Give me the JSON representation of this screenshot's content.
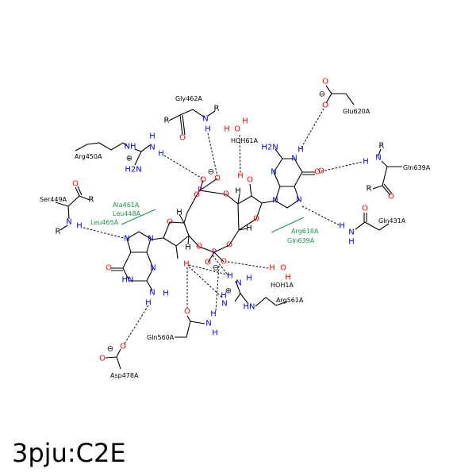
{
  "title": "3pju:C2E",
  "residues": {
    "gly462": "Gly462A",
    "hoh61": "HOH61A",
    "arg450": "Arg450A",
    "ser449": "Ser449A",
    "glu620": "Glu620A",
    "gln639": "Gln639A",
    "gln431": "Gln431A",
    "hoh1": "HOH1A",
    "arg561": "Arg561A",
    "gln560": "Gln560A",
    "asp478": "Asp478A"
  },
  "hydrophobic": {
    "left": [
      "Ala461A",
      "Leu448A",
      "Leu465A"
    ],
    "right": [
      "Arg618A",
      "Gln639A"
    ]
  },
  "atoms": [
    "P",
    "O",
    "O",
    "O",
    "O",
    "P",
    "O",
    "O",
    "O",
    "O",
    "O",
    "H",
    "O",
    "H",
    "O",
    "H",
    "H",
    "H",
    "H",
    "N",
    "N",
    "N",
    "N",
    "H",
    "O",
    "H2N",
    "N",
    "N",
    "N",
    "O",
    "HN",
    "N",
    "H",
    "H",
    "R",
    "O",
    "N",
    "H",
    "R",
    "H",
    "O",
    "H",
    "HOH",
    "NH",
    "N",
    "H",
    "H",
    "H2N",
    "O",
    "R",
    "N",
    "H",
    "R",
    "O",
    "O",
    "O",
    "N",
    "H",
    "R",
    "R",
    "O",
    "O",
    "H",
    "N",
    "H",
    "H",
    "O",
    "H",
    "N",
    "H",
    "H",
    "N",
    "H",
    "HN",
    "O",
    "N",
    "H",
    "H",
    "O",
    "O",
    "⊖",
    "⊖",
    "⊖",
    "⊖",
    "⊕",
    "⊕"
  ]
}
